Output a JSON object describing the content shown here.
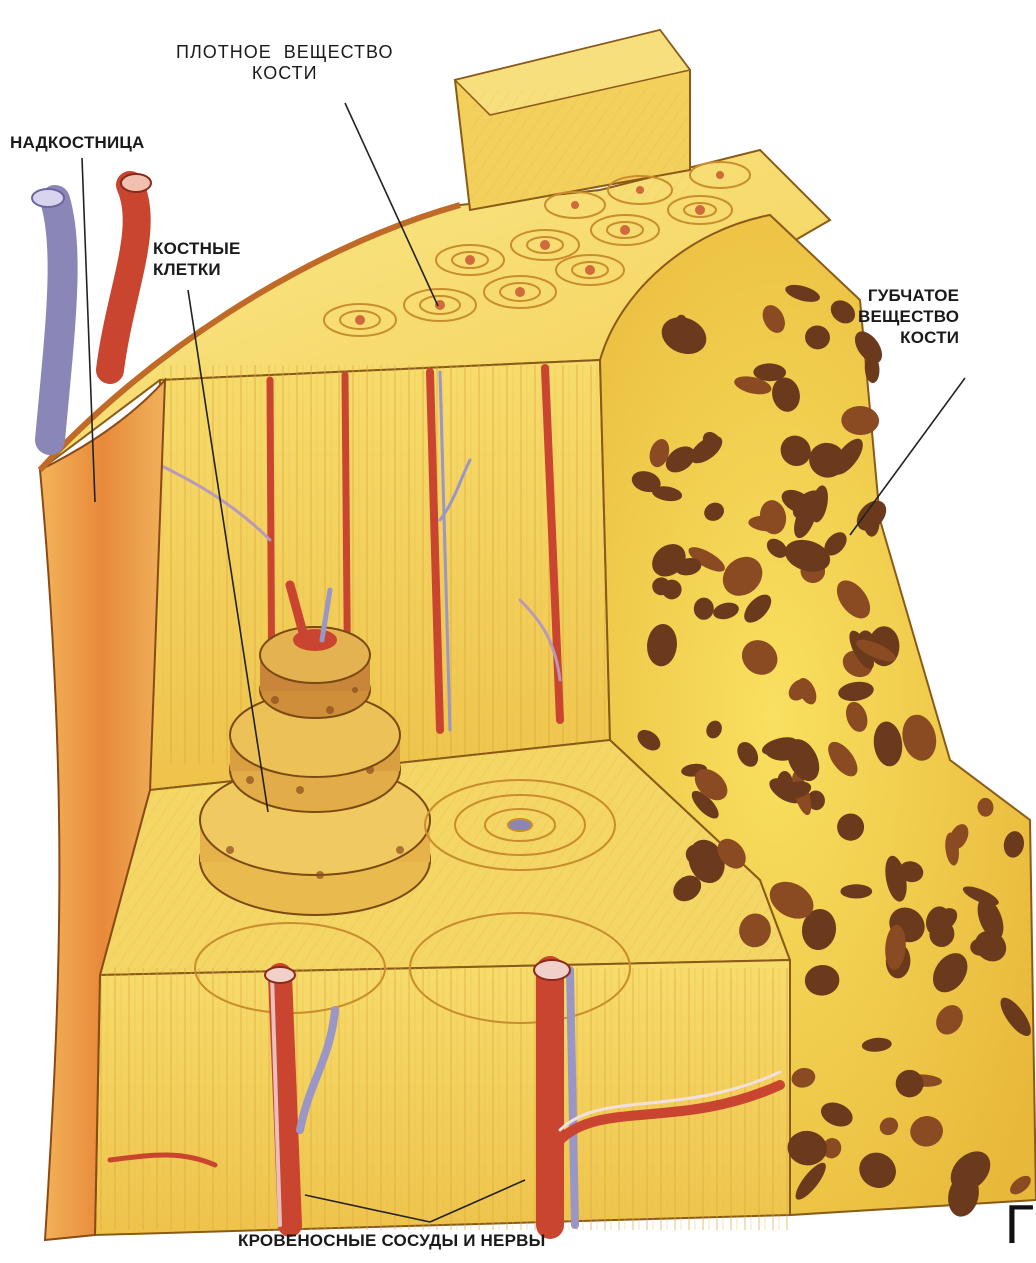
{
  "labels": {
    "compact_bone": "ПЛОТНОЕ  ВЕЩЕСТВО\nКОСТИ",
    "periosteum": "НАДКОСТНИЦА",
    "bone_cells": "КОСТНЫЕ\nКЛЕТКИ",
    "spongy_bone": "ГУБЧАТОЕ\nВЕЩЕСТВО\nКОСТИ",
    "vessels_nerves": "КРОВЕНОСНЫЕ СОСУДЫ И НЕРВЫ"
  },
  "corner_glyph": "Г",
  "colors": {
    "bone_light": "#f6e27a",
    "bone_mid": "#f0c94a",
    "bone_dark": "#d9a33a",
    "periosteum": "#e58a3c",
    "artery": "#c9452f",
    "vein": "#8b86b8",
    "spongy_cavity": "#6b3a1c",
    "outline": "#7a4a12"
  }
}
